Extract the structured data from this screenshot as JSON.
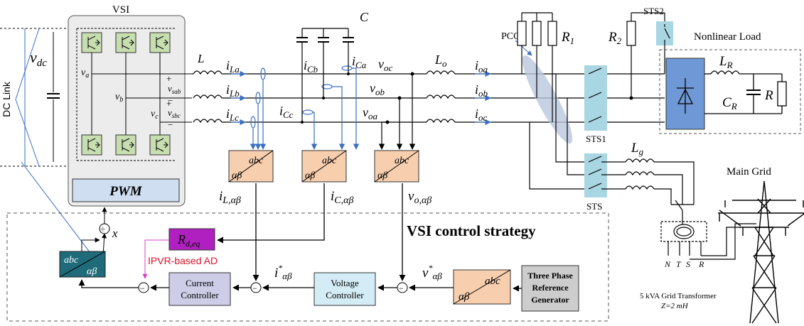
{
  "labels": {
    "vsi": "VSI",
    "dc_link": "DC Link",
    "vdc": "v",
    "vdc_sub": "dc",
    "pwm": "PWM",
    "va": "v",
    "va_sub": "a",
    "vb": "v",
    "vb_sub": "b",
    "vc": "v",
    "vc_sub": "c",
    "vsab": "v",
    "vsab_sub": "sab",
    "vsbc": "v",
    "vsbc_sub": "sbc",
    "plus": "+",
    "minus": "−",
    "L": "L",
    "C": "C",
    "i": "i",
    "iLa_sub": "La",
    "iLb_sub": "Lb",
    "iLc_sub": "Lc",
    "iCa_sub": "Ca",
    "iCb_sub": "Cb",
    "iCc_sub": "Cc",
    "v": "v",
    "voc_sub": "oc",
    "vob_sub": "ob",
    "voa_sub": "oa",
    "Lo": "L",
    "Lo_sub": "o",
    "ioa_sub": "oa",
    "iob_sub": "ob",
    "ioc_sub": "oc",
    "pcc": "PCC",
    "R1": "R",
    "R1_sub": "1",
    "R2": "R",
    "R2_sub": "2",
    "sts2": "STS2",
    "sts1": "STS1",
    "sts": "STS",
    "nonlinear_load": "Nonlinear Load",
    "LR": "L",
    "LR_sub": "R",
    "CR": "C",
    "CR_sub": "R",
    "R": "R",
    "Lg": "L",
    "Lg_sub": "g",
    "main_grid": "Main Grid",
    "grid_transformer": "5 kVA Grid Transformer",
    "grid_z": "Z=2 mH",
    "N": "N",
    "T": "T",
    "S": "S",
    "Rph": "R",
    "abc": "abc",
    "alphabeta": "αβ",
    "iL_ab": "i",
    "iL_ab_sub": "L,αβ",
    "iC_ab": "i",
    "iC_ab_sub": "C,αβ",
    "vo_ab": "v",
    "vo_ab_sub": "o,αβ",
    "control_title": "VSI control strategy",
    "rdeq": "R",
    "rdeq_sub": "d,eq",
    "ipvr": "IPVR-based AD",
    "x": "x",
    "div": "÷",
    "istar": "i",
    "istar_sup": "*",
    "istar_sub": "αβ",
    "vstar": "v",
    "vstar_sup": "*",
    "vstar_sub": "αβ",
    "current_controller_1": "Current",
    "current_controller_2": "Controller",
    "voltage_controller_1": "Voltage",
    "voltage_controller_2": "Controller",
    "ref_gen_1": "Three Phase",
    "ref_gen_2": "Reference",
    "ref_gen_3": "Generator"
  },
  "colors": {
    "vsi_fill": "#ececec",
    "pwm_fill": "#d0def1",
    "igbt_fill": "#c7deb0",
    "transform_fill": "#f8cfae",
    "sts_fill": "#a9d6e3",
    "rdeq_fill": "#b020c0",
    "abc_dark_fill": "#1f6b7a",
    "controller_fill": "#cdcde8",
    "voltage_ctrl_fill": "#d4ecf5",
    "refgen_fill": "#cdcdcd",
    "rectifier_fill": "#6f99d6",
    "pcc_ellipse": "#b9c7df",
    "signal_blue": "#3a6fc4",
    "ipvr_text": "#e0102a",
    "ipvr_line": "#d040c8"
  }
}
